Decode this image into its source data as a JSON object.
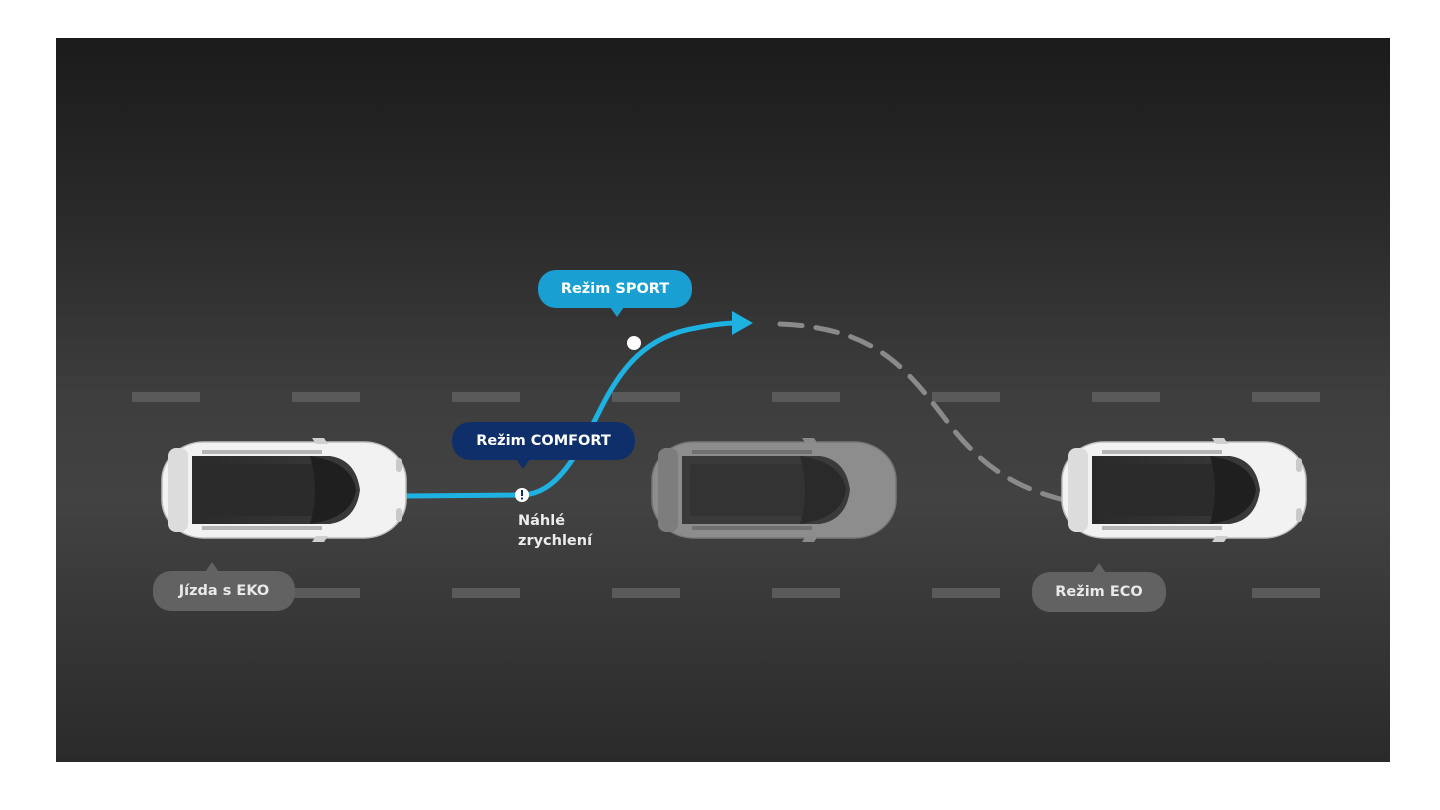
{
  "labels": {
    "sport": "Režim SPORT",
    "comfort": "Režim COMFORT",
    "eko_driving": "Jízda s EKO",
    "eco_mode": "Režim ECO",
    "sudden_accel_line1": "Náhlé",
    "sudden_accel_line2": "zrychlení"
  },
  "icons": {
    "alert_dot": "exclamation-icon",
    "arrow": "arrow-right-icon"
  },
  "colors": {
    "sport_blue": "#199fd1",
    "comfort_navy": "#0f2f6b",
    "path_cyan": "#1eb2e2",
    "ghost_path": "#8a8a8a",
    "label_gray": "#626262",
    "lane_marking": "#5c5c5c"
  }
}
